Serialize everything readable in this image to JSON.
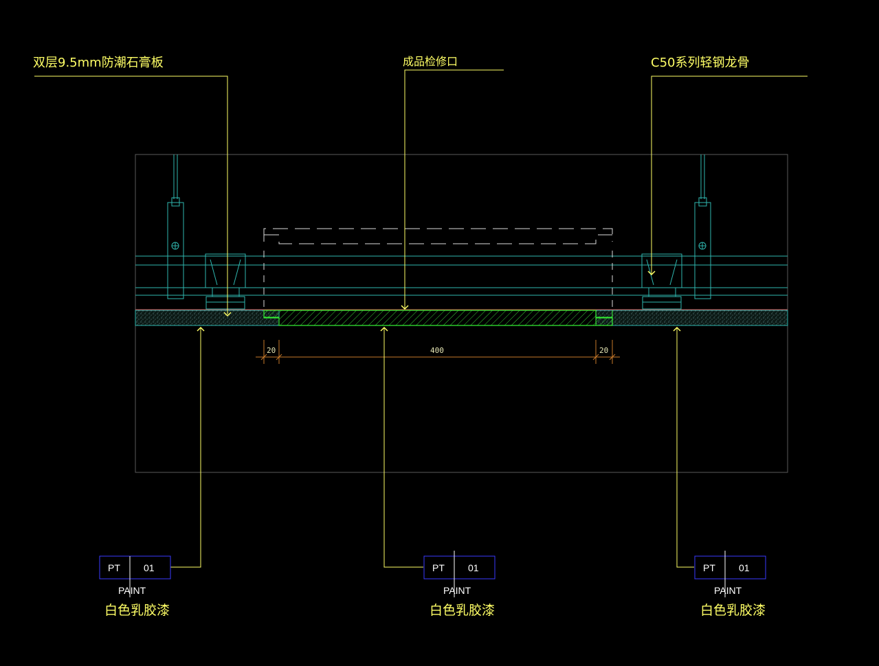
{
  "callouts": {
    "top_left": "双层9.5mm防潮石膏板",
    "top_center": "成品检修口",
    "top_right": "C50系列轻钢龙骨"
  },
  "dimensions": {
    "left_edge": "20",
    "opening": "400",
    "right_edge": "20"
  },
  "finish_tags": [
    {
      "code": "PT",
      "number": "01",
      "name": "PAINT",
      "desc": "白色乳胶漆"
    },
    {
      "code": "PT",
      "number": "01",
      "name": "PAINT",
      "desc": "白色乳胶漆"
    },
    {
      "code": "PT",
      "number": "01",
      "name": "PAINT",
      "desc": "白色乳胶漆"
    }
  ],
  "colors": {
    "background": "#000000",
    "leader": "#ffff66",
    "frame": "#5a5a5a",
    "cyan": "#2fb7b0",
    "green": "#33ee33",
    "blue_tag": "#3a3aff",
    "board_red": "#b04040",
    "dim": "#c87a2a"
  }
}
